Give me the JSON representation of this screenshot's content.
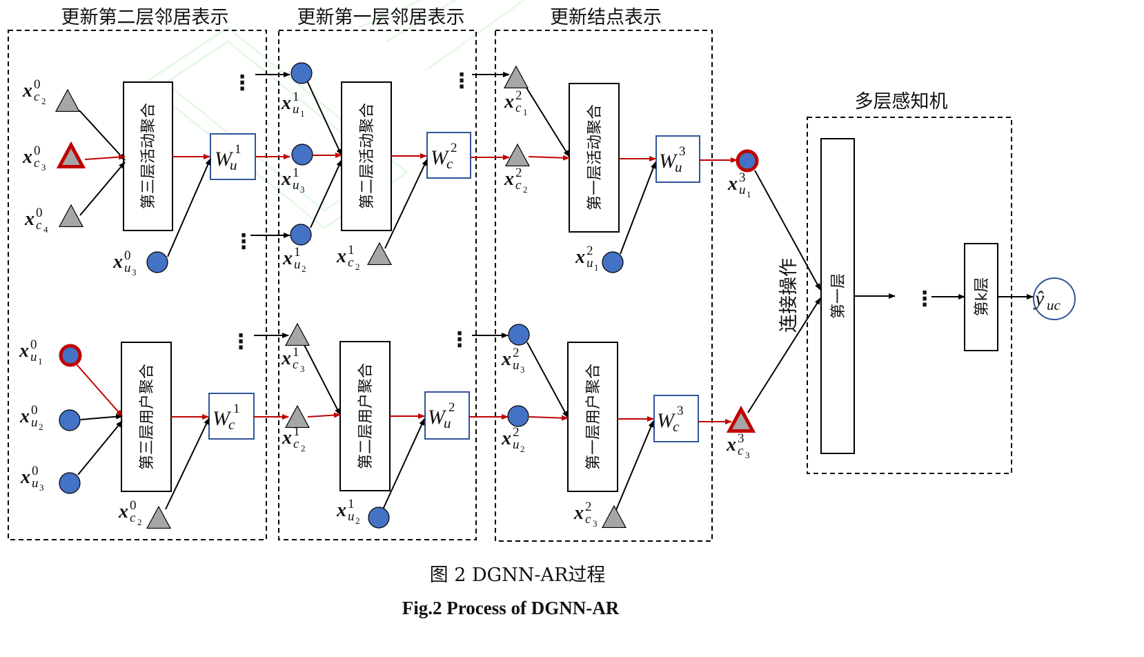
{
  "groups": {
    "g1_title": "更新第二层邻居表示",
    "g2_title": "更新第一层邻居表示",
    "g3_title": "更新结点表示",
    "mlp_title": "多层感知机"
  },
  "aggregators": {
    "a1_top": "第三层活动聚合",
    "a1_bottom": "第三层用户聚合",
    "a2_top": "第二层活动聚合",
    "a2_bottom": "第二层用户聚合",
    "a3_top": "第一层活动聚合",
    "a3_bottom": "第一层用户聚合"
  },
  "weights": {
    "w1_top": {
      "base": "W",
      "sup": "1",
      "sub": "u"
    },
    "w1_bottom": {
      "base": "W",
      "sup": "1",
      "sub": "c"
    },
    "w2_top": {
      "base": "W",
      "sup": "2",
      "sub": "c"
    },
    "w2_bottom": {
      "base": "W",
      "sup": "2",
      "sub": "u"
    },
    "w3_top": {
      "base": "W",
      "sup": "3",
      "sub": "u"
    },
    "w3_bottom": {
      "base": "W",
      "sup": "3",
      "sub": "c"
    }
  },
  "variables": {
    "xc2_0": {
      "base": "x",
      "sup": "0",
      "sub": "c",
      "subsub": "2"
    },
    "xc3_0": {
      "base": "x",
      "sup": "0",
      "sub": "c",
      "subsub": "3"
    },
    "xc4_0": {
      "base": "x",
      "sup": "0",
      "sub": "c",
      "subsub": "4"
    },
    "xu3_0_top": {
      "base": "x",
      "sup": "0",
      "sub": "u",
      "subsub": "3"
    },
    "xu1_0": {
      "base": "x",
      "sup": "0",
      "sub": "u",
      "subsub": "1"
    },
    "xu2_0": {
      "base": "x",
      "sup": "0",
      "sub": "u",
      "subsub": "2"
    },
    "xu3_0": {
      "base": "x",
      "sup": "0",
      "sub": "u",
      "subsub": "3"
    },
    "xc2_0_bottom": {
      "base": "x",
      "sup": "0",
      "sub": "c",
      "subsub": "2"
    },
    "xu1_1": {
      "base": "x",
      "sup": "1",
      "sub": "u",
      "subsub": "1"
    },
    "xu3_1": {
      "base": "x",
      "sup": "1",
      "sub": "u",
      "subsub": "3"
    },
    "xu2_1": {
      "base": "x",
      "sup": "1",
      "sub": "u",
      "subsub": "2"
    },
    "xc2_1_top": {
      "base": "x",
      "sup": "1",
      "sub": "c",
      "subsub": "2"
    },
    "xc3_1": {
      "base": "x",
      "sup": "1",
      "sub": "c",
      "subsub": "3"
    },
    "xc2_1": {
      "base": "x",
      "sup": "1",
      "sub": "c",
      "subsub": "2"
    },
    "xu2_1_bottom": {
      "base": "x",
      "sup": "1",
      "sub": "u",
      "subsub": "2"
    },
    "xc1_2": {
      "base": "x",
      "sup": "2",
      "sub": "c",
      "subsub": "1"
    },
    "xc2_2": {
      "base": "x",
      "sup": "2",
      "sub": "c",
      "subsub": "2"
    },
    "xu1_2": {
      "base": "x",
      "sup": "2",
      "sub": "u",
      "subsub": "1"
    },
    "xu3_2": {
      "base": "x",
      "sup": "2",
      "sub": "u",
      "subsub": "3"
    },
    "xu2_2": {
      "base": "x",
      "sup": "2",
      "sub": "u",
      "subsub": "2"
    },
    "xc3_2": {
      "base": "x",
      "sup": "2",
      "sub": "c",
      "subsub": "3"
    },
    "xu1_3": {
      "base": "x",
      "sup": "3",
      "sub": "u",
      "subsub": "1"
    },
    "xc3_3": {
      "base": "x",
      "sup": "3",
      "sub": "c",
      "subsub": "3"
    }
  },
  "concat_label": "连接操作",
  "mlp": {
    "layer1": "第一层",
    "layerk": "第k层",
    "output": {
      "base": "ŷ",
      "sub": "uc"
    }
  },
  "dots": "⋮",
  "caption": {
    "cn": "图 2 DGNN-AR过程",
    "en": "Fig.2 Process of DGNN-AR"
  },
  "colors": {
    "node_fill": "#4472C4",
    "triangle_fill": "#A6A6A6",
    "highlight": "#C00000",
    "weight_border": "#2E5597",
    "arrow": "#000000",
    "red_arrow": "#C00000"
  }
}
